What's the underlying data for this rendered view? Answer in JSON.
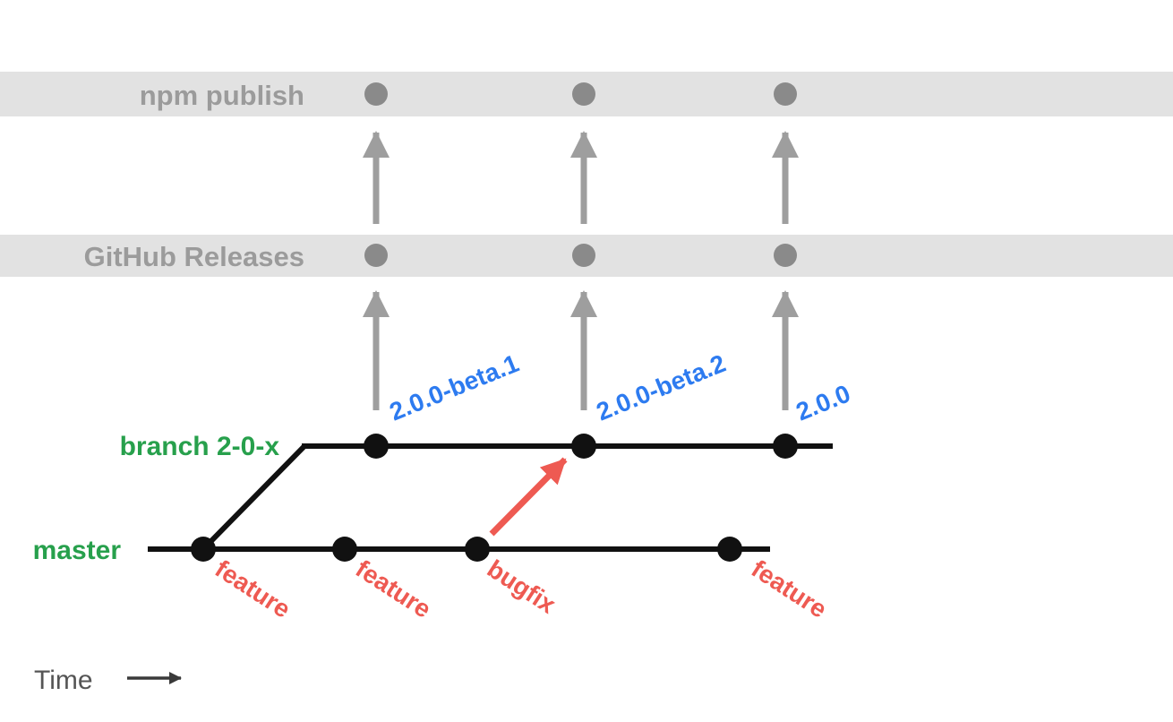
{
  "diagram": {
    "lanes": [
      {
        "id": "npm",
        "label": "npm publish"
      },
      {
        "id": "releases",
        "label": "GitHub Releases"
      }
    ],
    "branches": [
      {
        "id": "release-branch",
        "label": "branch 2-0-x",
        "tags": [
          "2.0.0-beta.1",
          "2.0.0-beta.2",
          "2.0.0"
        ]
      },
      {
        "id": "master",
        "label": "master",
        "commit_labels": [
          "feature",
          "feature",
          "bugfix",
          "feature"
        ]
      }
    ],
    "time_label": "Time"
  },
  "colors": {
    "background": "#ffffff",
    "band": "#e2e2e2",
    "gray_text": "#9b9b9b",
    "gray_dot": "#8a8a8a",
    "gray_arrow": "#9e9e9e",
    "black": "#111111",
    "green": "#27a04c",
    "blue": "#2d7bf0",
    "red": "#ee5a52",
    "time_text": "#555555",
    "time_arrow": "#3a3a3a"
  }
}
